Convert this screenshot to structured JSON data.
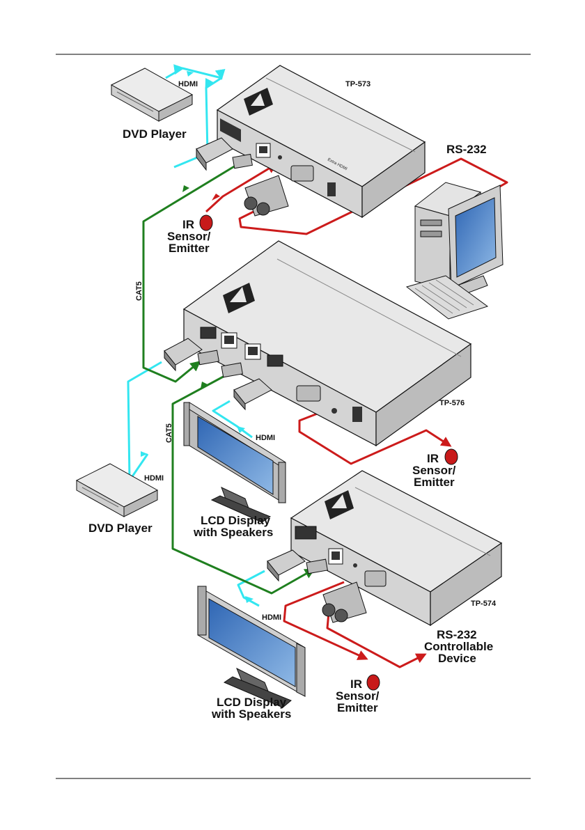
{
  "labels": {
    "tp573": "TP-573",
    "tp576": "TP-576",
    "tp574": "TP-574",
    "dvd_player_top": "DVD Player",
    "dvd_player_bottom": "DVD Player",
    "hdmi_dvd_top": "HDMI",
    "hdmi_dvd_bottom": "HDMI",
    "hdmi_lcd_mid": "HDMI",
    "hdmi_lcd_bottom": "HDMI",
    "rs232_top": "RS-232",
    "rs232_device_l1": "RS-232",
    "rs232_device_l2": "Controllable",
    "rs232_device_l3": "Device",
    "ir_top_l1": "IR",
    "ir_top_l2": "Sensor/",
    "ir_top_l3": "Emitter",
    "ir_mid_l1": "IR",
    "ir_mid_l2": "Sensor/",
    "ir_mid_l3": "Emitter",
    "ir_bot_l1": "IR",
    "ir_bot_l2": "Sensor/",
    "ir_bot_l3": "Emitter",
    "cat5_upper": "CAT5",
    "cat5_lower": "CAT5",
    "lcd_mid_l1": "LCD Display",
    "lcd_mid_l2": "with Speakers",
    "lcd_bot_l1": "LCD Display",
    "lcd_bot_l2": "with Speakers"
  },
  "colors": {
    "hdmi_cable": "#33e6f0",
    "cat5_cable": "#1f7f1f",
    "rs232_ir_cable": "#cc1b1b",
    "device_top": "#e6e6e6",
    "device_front": "#d2d2d2",
    "screen": "#4f86c8"
  }
}
